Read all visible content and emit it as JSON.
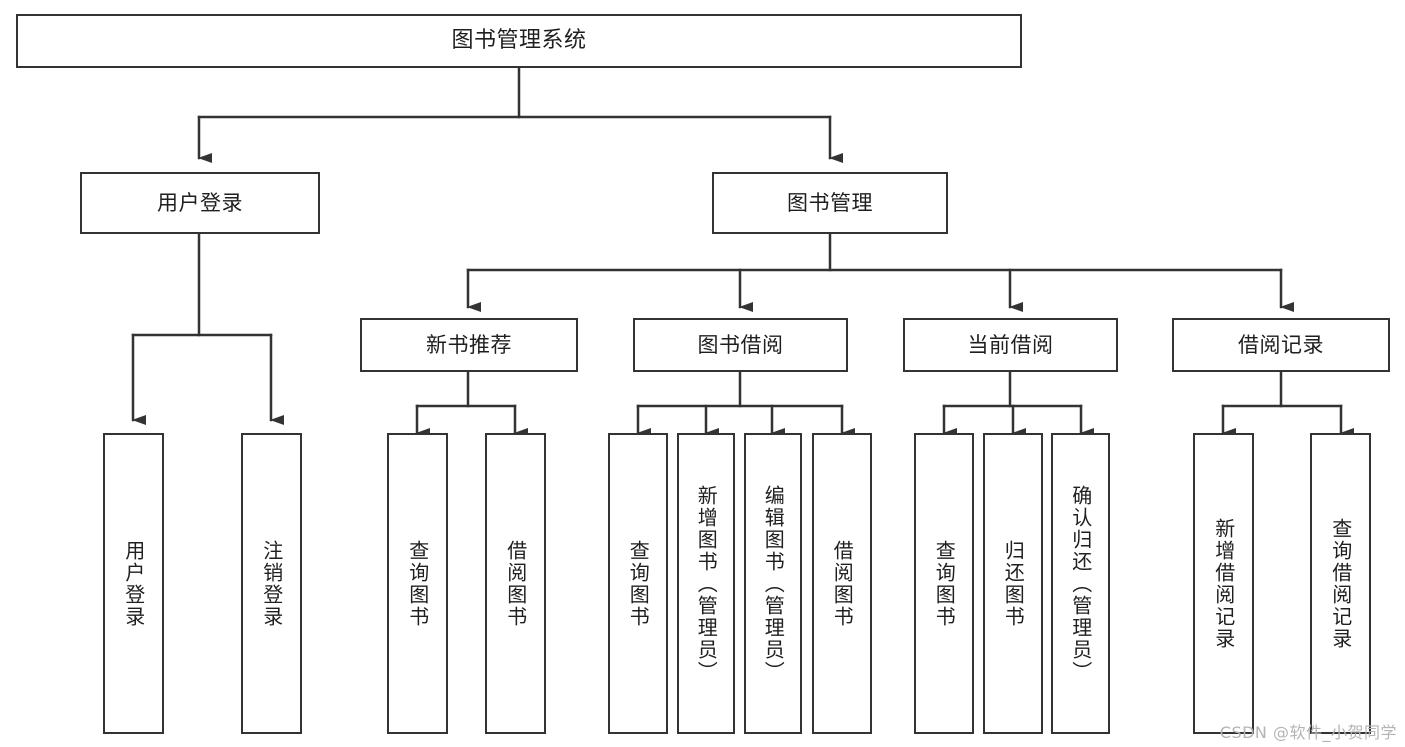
{
  "diagram": {
    "title": "图书管理系统",
    "type": "tree",
    "root": {
      "label": "图书管理系统"
    },
    "level2": [
      {
        "label": "用户登录"
      },
      {
        "label": "图书管理"
      }
    ],
    "level3": [
      {
        "label": "新书推荐"
      },
      {
        "label": "图书借阅"
      },
      {
        "label": "当前借阅"
      },
      {
        "label": "借阅记录"
      }
    ],
    "leaves": {
      "user_login": [
        {
          "label": "用户登录"
        },
        {
          "label": "注销登录"
        }
      ],
      "new_book_recommend": [
        {
          "label": "查询图书"
        },
        {
          "label": "借阅图书"
        }
      ],
      "book_borrow": [
        {
          "label": "查询图书"
        },
        {
          "label": "新增图书（管理员）"
        },
        {
          "label": "编辑图书（管理员）"
        },
        {
          "label": "借阅图书"
        }
      ],
      "current_borrow": [
        {
          "label": "查询图书"
        },
        {
          "label": "归还图书"
        },
        {
          "label": "确认归还（管理员）"
        }
      ],
      "borrow_record": [
        {
          "label": "新增借阅记录"
        },
        {
          "label": "查询借阅记录"
        }
      ]
    }
  },
  "watermark": {
    "text": "CSDN @软件_小贺同学"
  },
  "colors": {
    "background": "#ffffff",
    "stroke": "#333333",
    "text": "#1f1f1f",
    "watermark": "#b4b4b4"
  }
}
